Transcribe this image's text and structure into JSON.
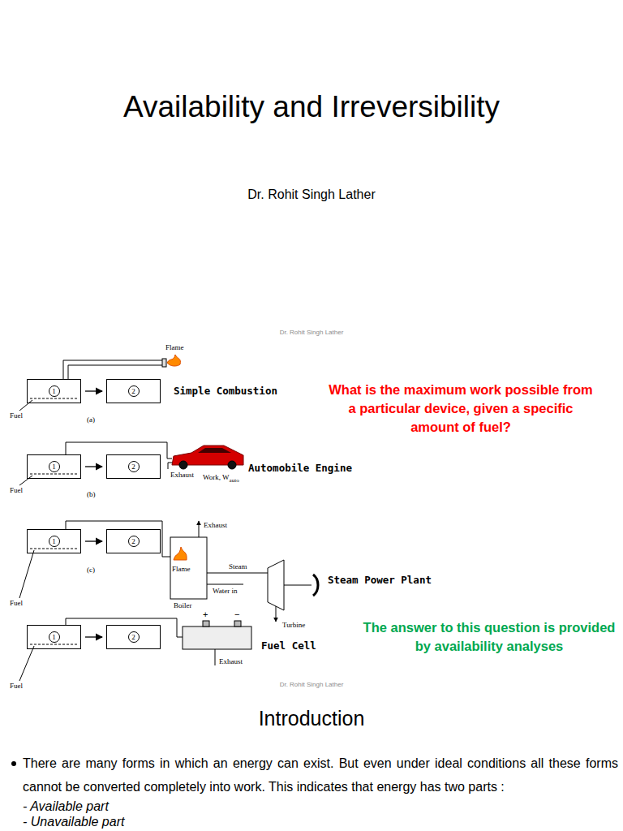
{
  "diagram": {
    "title": "Availability and Irreversibility",
    "nodes": [
      {
        "text": [
          "1"
        ]
      },
      {
        "text": [
          "2"
        ]
      },
      {
        "text": [
          "1"
        ]
      },
      {
        "text": [
          "2"
        ]
      },
      {
        "text": [
          "1"
        ]
      },
      {
        "text": [
          "2"
        ]
      },
      {
        "text": [
          "1"
        ]
      },
      {
        "text": [
          "2"
        ]
      }
    ],
    "edges": [
      {
        "from": 0,
        "to": 1,
        "arrow": "to"
      },
      {
        "from": 2,
        "to": 3,
        "arrow": "to"
      },
      {
        "from": 4,
        "to": 5,
        "arrow": "to"
      },
      {
        "from": 6,
        "to": 7,
        "arrow": "to"
      }
    ],
    "labels": [
      "Dr. Rohit Singh Lather",
      "Dr. Rohit Singh Lather",
      "Flame",
      "Simple Combustion",
      "Fuel",
      "(a)",
      "What is the maximum work possible from a particular device, given a specific amount of fuel?",
      "Work, W",
      "auto",
      "Exhaust",
      "Automobile Engine",
      "Fuel",
      "(b)",
      "Exhaust",
      "Steam",
      "Flame",
      "Water in",
      "Boiler",
      "Steam Power Plant",
      "Turbine",
      "Fuel",
      "(c)",
      "+",
      "−",
      "The answer to this question is provided by availability analyses",
      "Fuel Cell",
      "Exhaust",
      "Fuel",
      "Dr. Rohit Singh Lather",
      "Introduction",
      "There are many forms in which an energy can exist. But even under ideal conditions all these forms cannot be converted completely into work. This indicates that energy has two parts :",
      "- Available part",
      "- Unavailable part"
    ]
  }
}
